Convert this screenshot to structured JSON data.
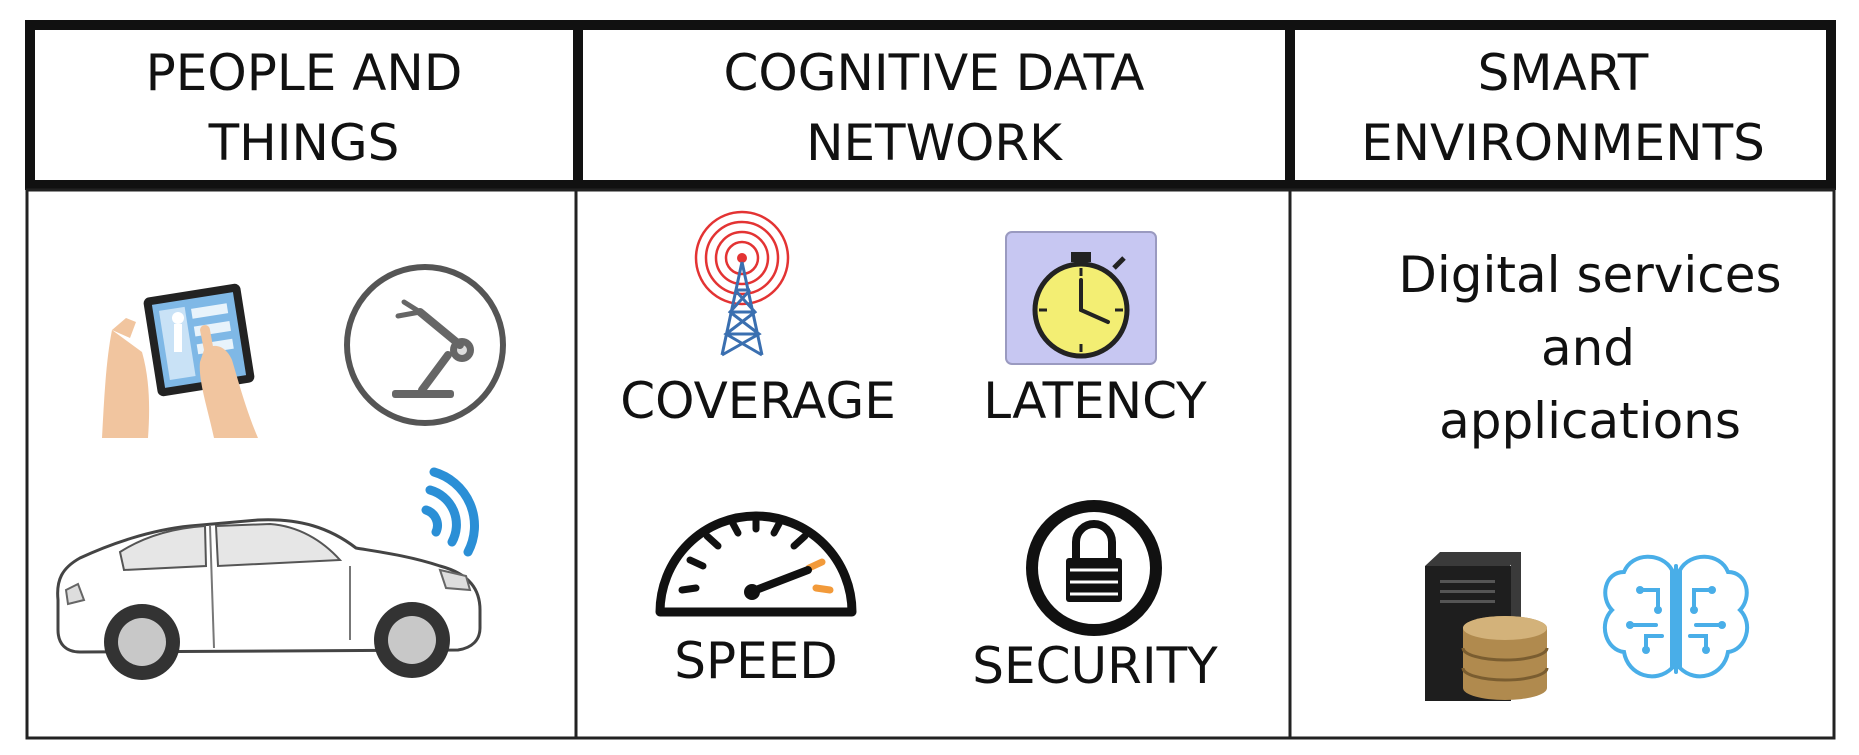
{
  "columns": [
    {
      "header_line1": "PEOPLE AND",
      "header_line2": "THINGS",
      "icons": [
        "tablet-hands-icon",
        "robot-arm-icon",
        "car-icon",
        "wireless-signal-icon"
      ]
    },
    {
      "header_line1": "COGNITIVE DATA",
      "header_line2": "NETWORK",
      "features": {
        "coverage": "COVERAGE",
        "latency": "LATENCY",
        "speed": "SPEED",
        "security": "SECURITY"
      },
      "icons": [
        "antenna-tower-icon",
        "stopwatch-icon",
        "speedometer-icon",
        "lock-icon"
      ]
    },
    {
      "header_line1": "SMART",
      "header_line2": "ENVIRONMENTS",
      "services_line1": "Digital services",
      "services_line2": "and",
      "services_line3": "applications",
      "icons": [
        "server-database-icon",
        "circuit-brain-icon"
      ]
    }
  ],
  "colors": {
    "border": "#111111",
    "signal_blue": "#2b8fd6",
    "radio_red": "#e33333",
    "tower_blue": "#3a6fb0",
    "latency_bg": "#c7c7f2",
    "clock_yellow": "#f3ee73",
    "needle_orange": "#f29a3a",
    "brain_blue": "#49aee8",
    "db_gold": "#b08a4e",
    "skin": "#f1c59f"
  }
}
